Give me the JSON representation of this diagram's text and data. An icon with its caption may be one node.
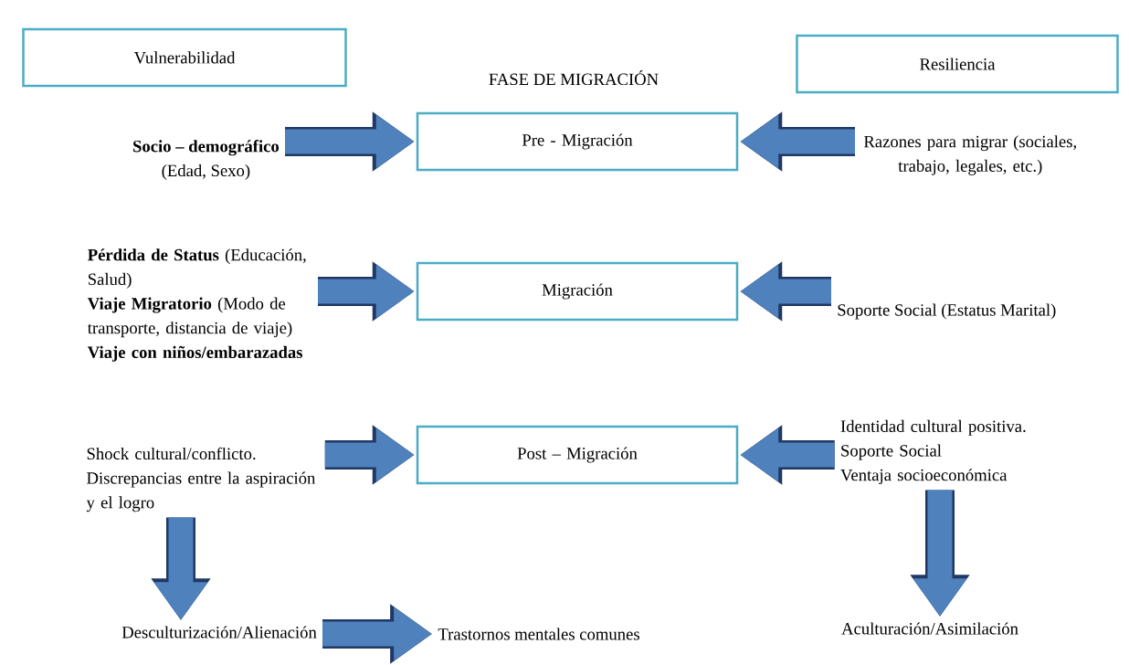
{
  "diagram": {
    "title": "FASE DE MIGRACIÓN",
    "nodes": [
      {
        "text": [
          "Vulnerabilidad"
        ]
      },
      {
        "text": [
          "Resiliencia"
        ]
      },
      {
        "text": [
          "Pre - Migración"
        ]
      },
      {
        "text": [
          "Migración"
        ]
      },
      {
        "text": [
          "Post – Migración"
        ]
      },
      {
        "text": [
          "Socio – demográfico",
          "(Edad, Sexo)"
        ]
      },
      {
        "text": [
          "Razones para migrar (sociales, trabajo, legales, etc.)"
        ]
      },
      {
        "text": [
          "**Pérdida de Status** (Educación, Salud)",
          "**Viaje Migratorio** (Modo de transporte, distancia de viaje)",
          "Viaje con niños/embarazadas"
        ]
      },
      {
        "text": [
          "Soporte Social (Estatus Marital)"
        ]
      },
      {
        "text": [
          "Shock cultural/conflicto.",
          "Discrepancias entre la aspiración y el logro"
        ]
      },
      {
        "text": [
          "Identidad cultural positiva.",
          "Soporte Social",
          "Ventaja socioeconómica"
        ]
      },
      {
        "text": [
          "Desculturización/Alienación"
        ]
      },
      {
        "text": [
          "Trastornos mentales comunes"
        ]
      },
      {
        "text": [
          "Aculturación/Asimilación"
        ]
      }
    ],
    "edges": [
      {
        "from": 5,
        "to": 2,
        "arrow": "to"
      },
      {
        "from": 6,
        "to": 2,
        "arrow": "to"
      },
      {
        "from": 7,
        "to": 3,
        "arrow": "to"
      },
      {
        "from": 8,
        "to": 3,
        "arrow": "to"
      },
      {
        "from": 9,
        "to": 4,
        "arrow": "to"
      },
      {
        "from": 10,
        "to": 4,
        "arrow": "to"
      },
      {
        "from": 9,
        "to": 11,
        "arrow": "to"
      },
      {
        "from": 10,
        "to": 13,
        "arrow": "to"
      },
      {
        "from": 11,
        "to": 12,
        "arrow": "to"
      }
    ]
  }
}
